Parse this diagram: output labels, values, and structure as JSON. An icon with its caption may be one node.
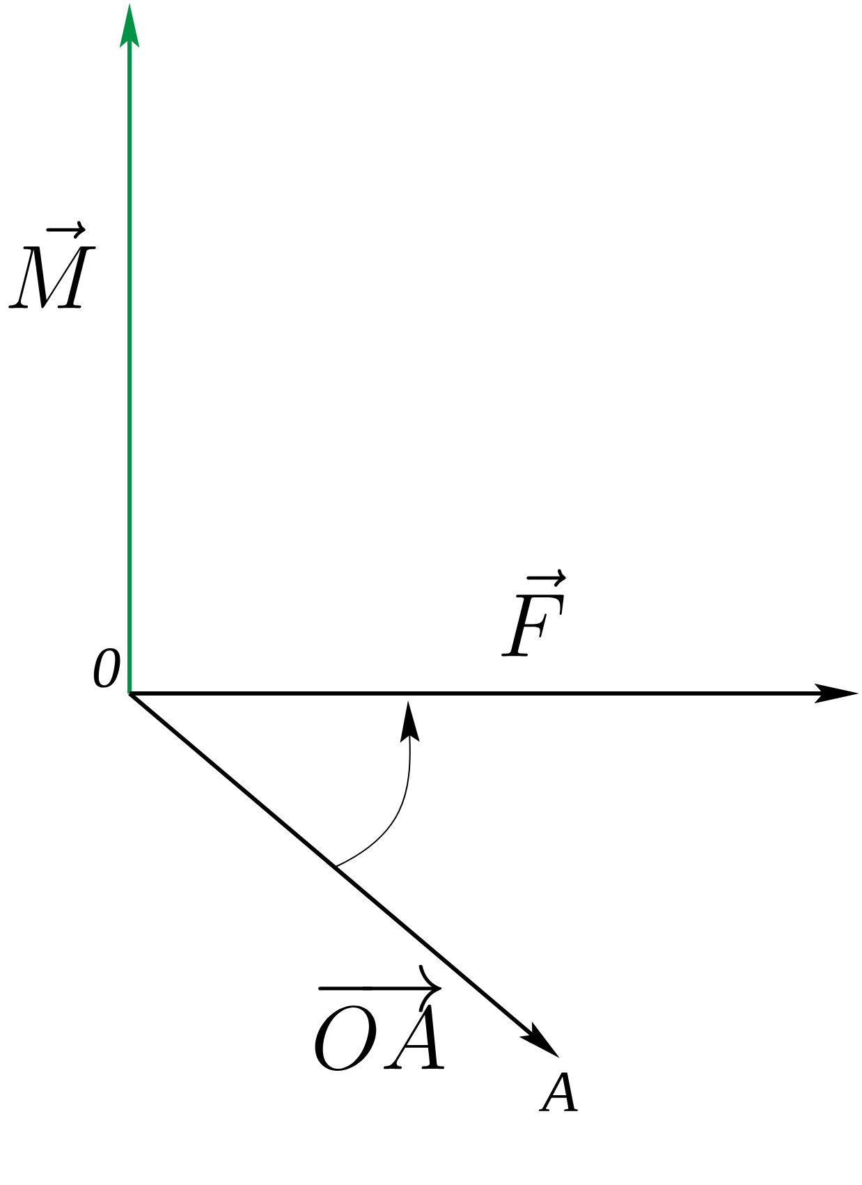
{
  "diagram": {
    "nodes": [
      {
        "text": [
          "0"
        ]
      },
      {
        "text": [
          "A"
        ]
      }
    ],
    "edges": [
      {
        "from": 0,
        "to": null,
        "arrow": "to",
        "label": "\\vec{M}",
        "color": "#009245"
      },
      {
        "from": 0,
        "to": null,
        "arrow": "to",
        "label": "\\vec{F}"
      },
      {
        "from": 0,
        "to": 1,
        "arrow": "to",
        "label": "\\overrightarrow{OA}"
      }
    ]
  }
}
